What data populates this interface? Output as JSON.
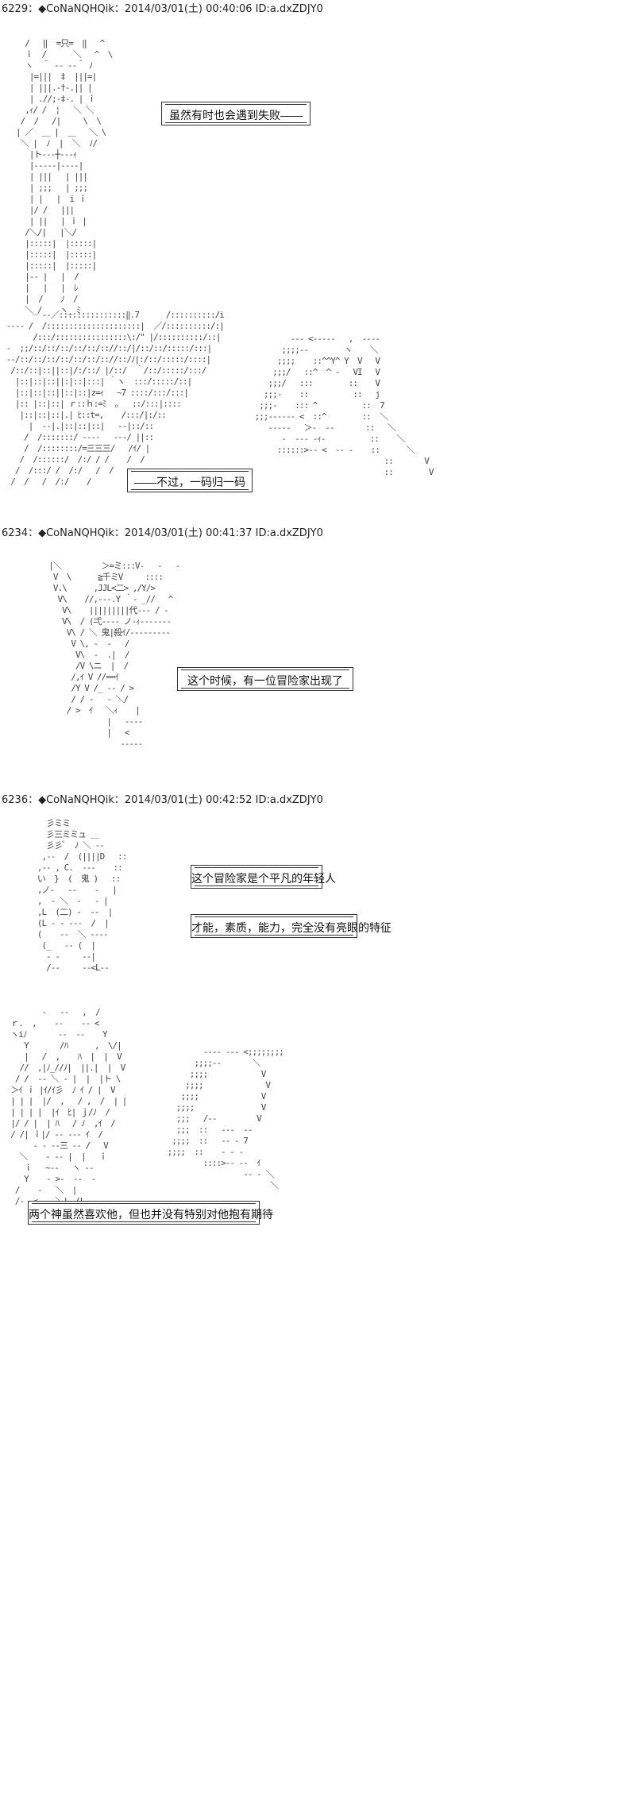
{
  "posts": [
    {
      "header": "6229：◆CoNaNQHQik：2014/03/01(土) 00:40:06 ID:a.dxZDJY0"
    },
    {
      "header": "6234：◆CoNaNQHQik：2014/03/01(土) 00:41:37 ID:a.dxZDJY0"
    },
    {
      "header": "6236：◆CoNaNQHQik：2014/03/01(土) 00:42:52 ID:a.dxZDJY0"
    }
  ],
  "captions": [
    "虽然有时也会遇到失败——",
    "——不过，一码归一码",
    "这个时候，有一位冒险家出现了",
    "这个冒险家是个平凡的年轻人",
    "才能，素质，能力，完全没有亮眼的特征",
    "两个神虽然喜欢他，但也并没有特别对他抱有期待"
  ],
  "art": {
    "a1": "  /   ‖  =只=  ‖   ^\n  ｉ  /      ＼   ^  \\\n  ヽ  ＾ ‐‐ ‐‐＾ ﾉ\n   |=|||  ‡  |||=|\n   | |||.‐†‐.|| |\n   | .//;‐‡‐. | ｉ\n  ,ｨ/ /  ¦   ＼ ＼\n /  /   /|     \\  \\\n| ／  ＿ |  ＿   ＼ \\\n ＼ |  ﾉ  |  ＼  ﾉ/\n   |ト‐‐‐┼‐‐‐ｨ\n   |‐‐‐‐‐|‐‐‐‐|\n   | |||   | |||\n   | ;;;   | ;;;\n   | |   |  i ｉ\n   |/ /   |||\n   | ||   | ｉ |\n  /＼/|   |＼/\n  |:::::|  |:::::|\n  |:::::|  |:::::|\n  |:::::|  |:::::|\n  |-‐ |   |  /\n  |   |   |  ﾚ\n  |  /    ﾉ  /\n  ＼_/    ヽ_ ﾐ",
    "a2": "         ‐‐／:::::::::::::::‖.7      /::::::::::/i\n ‐‐‐‐ /  /:::::::::::::::::::::|  ／/::::::::::/:|\n       /:::/::::::::::::::::\\:/\" |/::::::::::/::|\n ‐  ;;/::/::/::/::/::/:://::/|/::/::/:::::/:::|\n ‐‐/::/::/::/::/::/::/:://::/ﾉ|:/::/:::::/::::|\n  /::/::|::||::|/:/::/ |/::/  ｀/::/:::::/:::/\n   |::|::|::||:|::|:::| ｀ヽ  :::/:::::/::|\n   |::|::|::||::|::|z=ｨ   ~7 ::::/:::/:::|\n   |:: |::|::| ｒ::ｈ:=ﾐ  ｡   ::/:::|::::\n    |::|::|::|.| ﾋ::t=,    /:::/|:/::\n      |  ‐‐|.|::|::|::|   ‐‐|::/::\n     /  /:::::::/ ‐‐‐‐   ‐‐‐/ ||::\n     /  /::::::::/=三三三/   /ｲ/ |\n    /  /::::::/  /:/ / /    /  /\n   /  /:::/ /  /:/   /  /\n  /  /   /  /:/    /",
    "a3": "         ‐‐‐ <‐‐‐‐‐   ,  ‐‐‐‐\n       ;;;;‐‐        ヽ    ＼\n      ;;;;    ::^^Y^ Y  V   V\n     ;;;/   ::^  ^ ‐   VI   V\n    ;;;/   :::        ::    V\n   ;;;‐    ::          ::   j\n  ;;;‐    ::: ^          ::  7\n ;;;‐‐‐‐‐‐ <  ::^        ::  ＼\n    ‐‐‐‐‐   ＞‐  ‐‐       ::   ＼\n       ‐  ‐‐‐ ‐ｨ‐          ::    ＼\n      ::::::>‐‐ <  ‐‐ ‐    ::      ＼\n                              ::       V\n                              ::        V",
    "a4": "  |＼         ＞=ミ:::V‐   ‐   ‐\n   V  \\      ≧千ミV     ::::\n   V.\\      ,JJL<二> ,/Y/>\n    V\\    //,‐‐‐.Y ｀‐ _//   ^\n     V\\    |||||||||代‐‐‐ / ‐\n     V\\  / (弌‐‐‐‐ ノ‐ｨ‐‐‐‐‐‐‐\n      V\\ / ＼ 鬼|殺ｲ/‐‐‐‐‐‐‐‐‐\n       V \\, ‐  ‐   /\n        V\\  ‐  .|  /\n        /V \\ニ  |  /\n       /,ｲ V //==ｲ\n       /Y V /_ ‐‐ / >\n       / / ‐   ‐ ＼/\n      / >  ｲ   ＼ｨ    |\n               |   ‐‐‐‐\n               |   <\n                  ‐‐‐‐‐",
    "a5": "     彡ミミ\n     彡三ミミュ ＿\n     彡彡ﾞ  ﾉ ＼ ‐‐\n    ,‐‐  /  (||||D   ::\n   ,‐‐ , C.  ‐‐‐    ::\n   い  }  (  鬼 )   ::\n   ,ノ‐   ‐‐    ‐   |\n   ,  ‐ ＼  ‐   ‐ |\n   ,L  (二) ‐  ‐‐  |\n   (L ‐ ‐ ‐‐‐  /  |\n   (    ‐‐  ＼ ‐‐‐‐\n    (_   ‐‐ (  |\n     ‐ ‐     ‐‐|\n     /‐‐     ‐‐<L‐‐ ",
    "a6": "         ‐   ‐‐   ,  /\n  ｒ.  ,    ‐‐    ‐‐ <\n  ヽiﾉ       ‐‐  ‐‐    Y\n     Y       /ﾊ      ,  \\/|\n     |   /  ,    ﾊ  |  |  V\n    //  ,|ﾉ_//ﾉ|  ||.|  |  V\n   / /  ‐‐ ＼ ‐ |  |  |ト \\\n  ＞ｲ ｉ |ｲ/ｲ彡  ﾉ ｲ / |  V\n  | | |  |/  ,   / ,  /  | |\n  | | | |  |ｲ  ﾋ| ｊ/ﾉ  /\n  |/ / |  | ﾊ   / ﾉ  ,ｲ  /\n  / /| ｉ|/ ‐‐ ‐‐‐ ｲ  /\n       ‐ ‐ ‐‐三 ‐‐ /   V\n    ＼    ‐ ‐‐ |  |   ｉ\n     ｉ   ~‐‐   ヽ ‐‐\n     Y    ‐ >‐  ‐‐  ‐\n   /    ‐   ＼  |  \n   /‐  < ‐  ＼| ノL  ‐‐",
    "a7": "         ‐‐‐‐ ‐‐‐ <;;;;;;;;\n       ;;;;‐‐       ＼\n      ;;;;            V\n     ;;;;              V\n    ;;;;              V\n   ;;;;               V\n   ;;;   /‐‐         V\n   ;;;  ::   ‐‐‐  ‐‐\n  ;;;;  ::   ‐‐ ‐ 7\n ;;;;  ::    ‐ ‐ ‐\n         ::::>‐‐ ‐‐  ｲ\n                  ‐‐ ‐ ＼\n                        ＼"
  }
}
